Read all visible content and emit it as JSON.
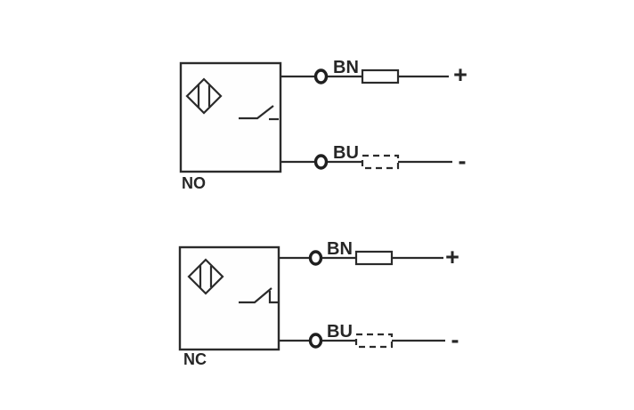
{
  "canvas": {
    "background_color": "#ffffff",
    "line_color": "#2b2b2b"
  },
  "diagrams": [
    {
      "label": "NO",
      "contact_type": "normally open",
      "wires": [
        {
          "label": "BN",
          "polarity": "+",
          "load_style": "solid"
        },
        {
          "label": "BU",
          "polarity": "-",
          "load_style": "dashed"
        }
      ]
    },
    {
      "label": "NC",
      "contact_type": "normally closed",
      "wires": [
        {
          "label": "BN",
          "polarity": "+",
          "load_style": "solid"
        },
        {
          "label": "BU",
          "polarity": "-",
          "load_style": "dashed"
        }
      ]
    }
  ]
}
